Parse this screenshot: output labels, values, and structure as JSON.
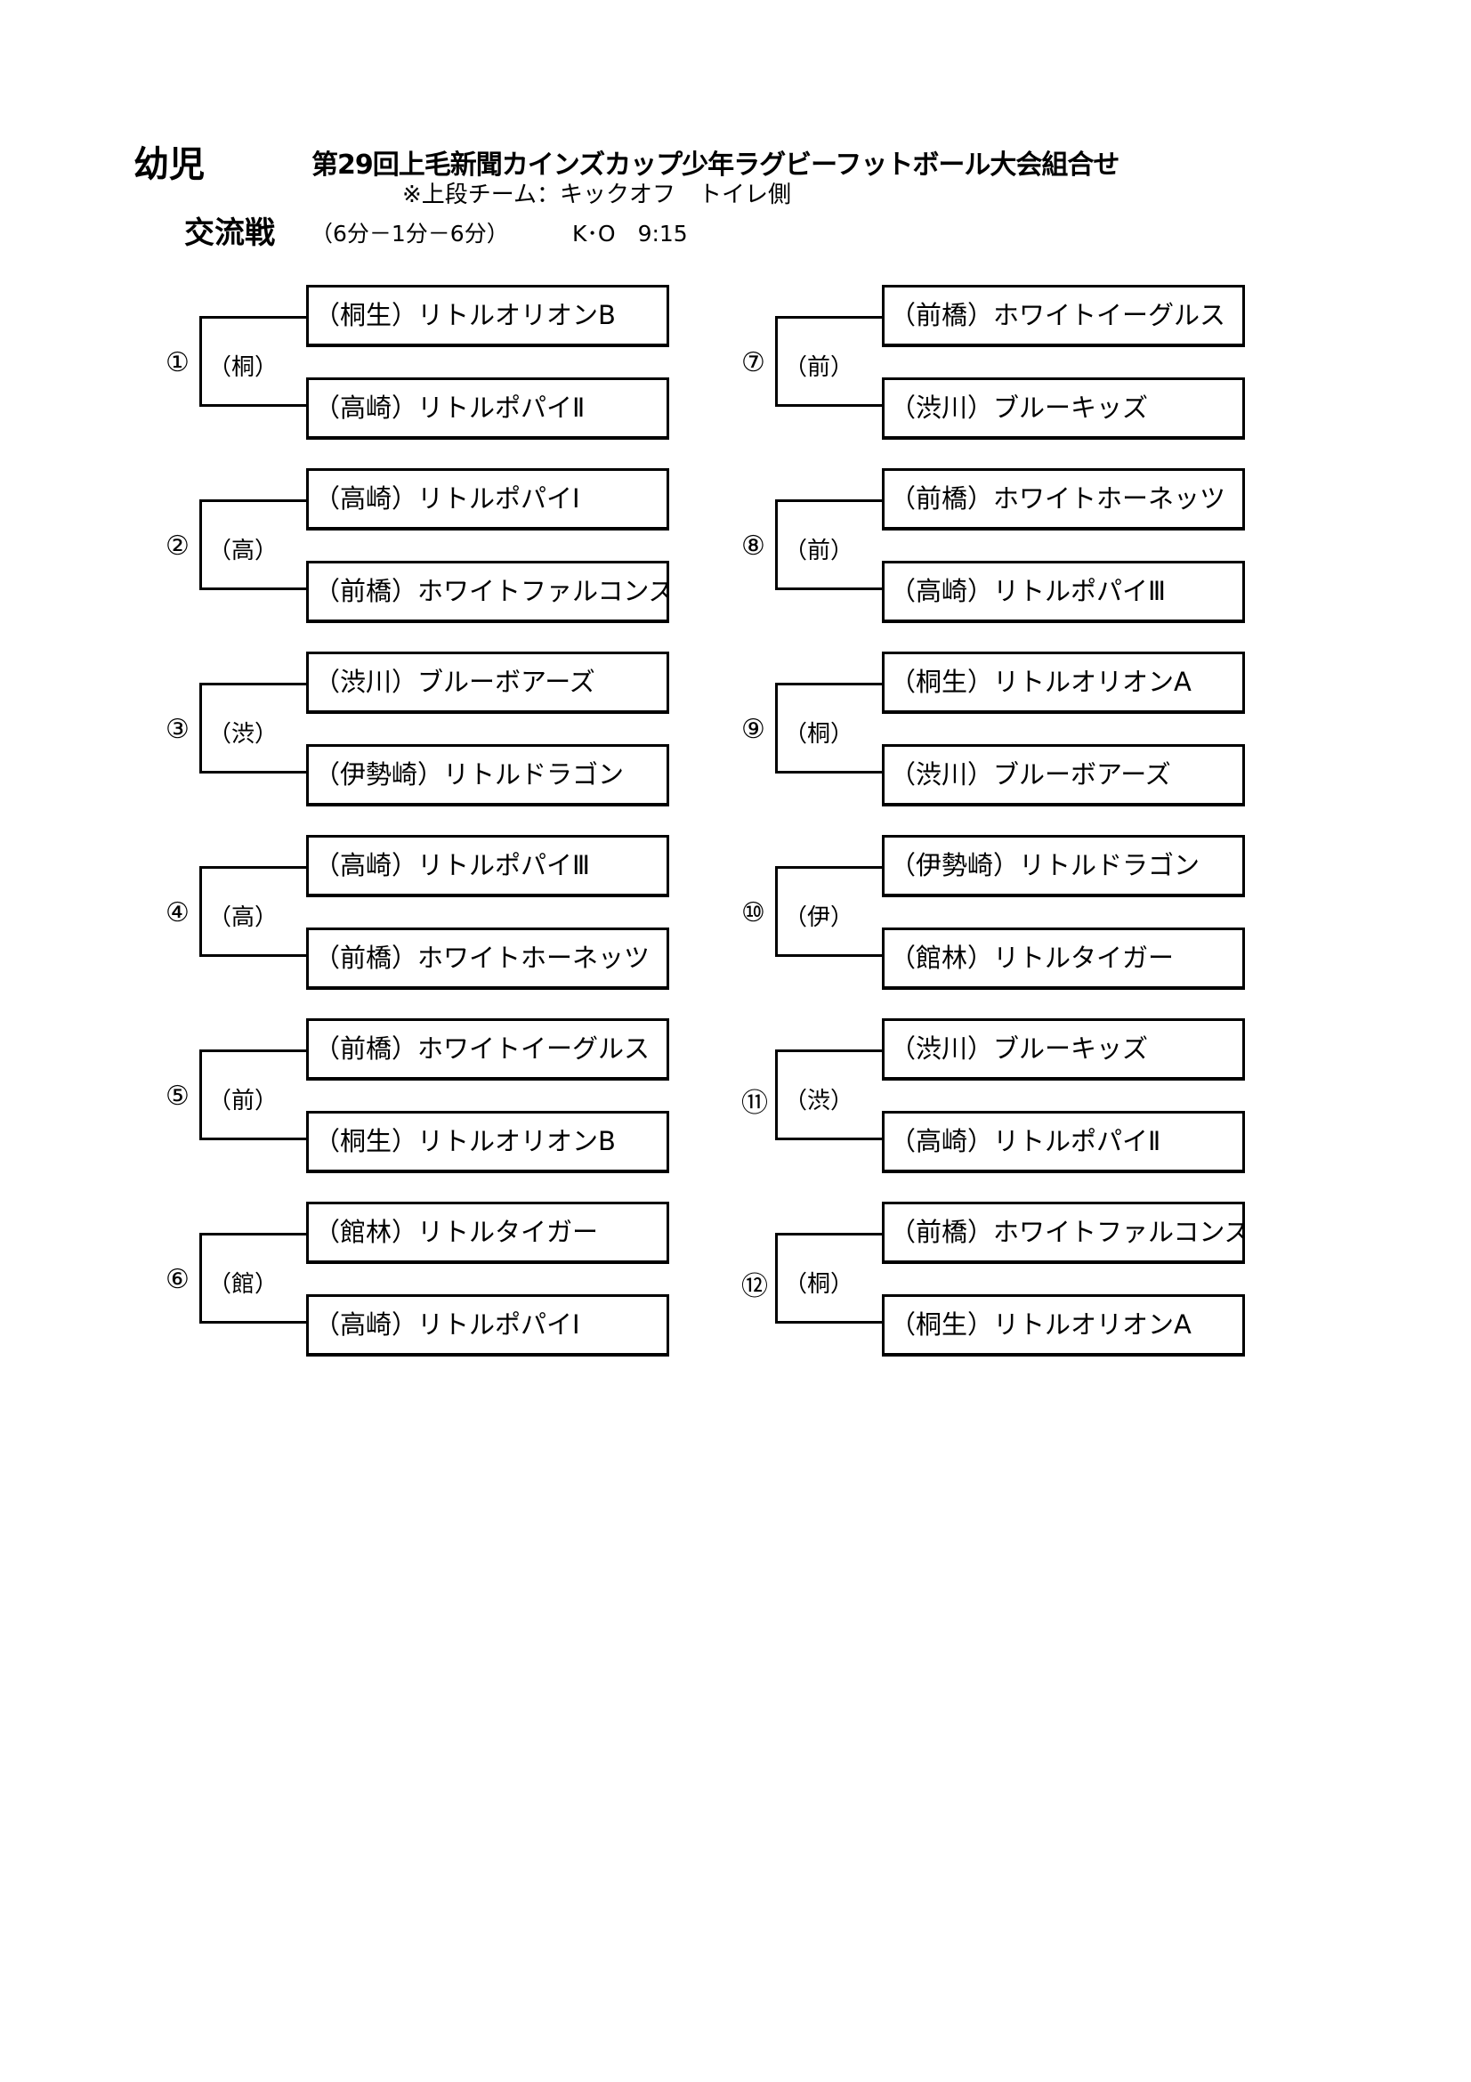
{
  "category": "幼児",
  "title": "第29回上毛新聞カインズカップ少年ラグビーフットボール大会組合せ",
  "note": "※上段チーム：キックオフ　トイレ側",
  "section": "交流戦",
  "format": "（6分－1分－6分）",
  "kickoff": "K･O　9:15",
  "matches": [
    {
      "no": "①",
      "host": "（桐）",
      "team1": "（桐生）リトルオリオンB",
      "team2": "（高崎）リトルポパイⅡ"
    },
    {
      "no": "②",
      "host": "（高）",
      "team1": "（高崎）リトルポパイⅠ",
      "team2": "（前橋）ホワイトファルコンズ"
    },
    {
      "no": "③",
      "host": "（渋）",
      "team1": "（渋川）ブルーボアーズ",
      "team2": "（伊勢崎）リトルドラゴン"
    },
    {
      "no": "④",
      "host": "（高）",
      "team1": "（高崎）リトルポパイⅢ",
      "team2": "（前橋）ホワイトホーネッツ"
    },
    {
      "no": "⑤",
      "host": "（前）",
      "team1": "（前橋）ホワイトイーグルス",
      "team2": "（桐生）リトルオリオンB"
    },
    {
      "no": "⑥",
      "host": "（館）",
      "team1": "（館林）リトルタイガー",
      "team2": "（高崎）リトルポパイⅠ"
    },
    {
      "no": "⑦",
      "host": "（前）",
      "team1": "（前橋）ホワイトイーグルス",
      "team2": "（渋川）ブルーキッズ"
    },
    {
      "no": "⑧",
      "host": "（前）",
      "team1": "（前橋）ホワイトホーネッツ",
      "team2": "（高崎）リトルポパイⅢ"
    },
    {
      "no": "⑨",
      "host": "（桐）",
      "team1": "（桐生）リトルオリオンA",
      "team2": "（渋川）ブルーボアーズ"
    },
    {
      "no": "⑩",
      "host": "（伊）",
      "team1": "（伊勢崎）リトルドラゴン",
      "team2": "（館林）リトルタイガー"
    },
    {
      "no": "⑪",
      "host": "（渋）",
      "team1": "（渋川）ブルーキッズ",
      "team2": "（高崎）リトルポパイⅡ"
    },
    {
      "no": "⑫",
      "host": "（桐）",
      "team1": "（前橋）ホワイトファルコンズ",
      "team2": "（桐生）リトルオリオンA"
    }
  ]
}
